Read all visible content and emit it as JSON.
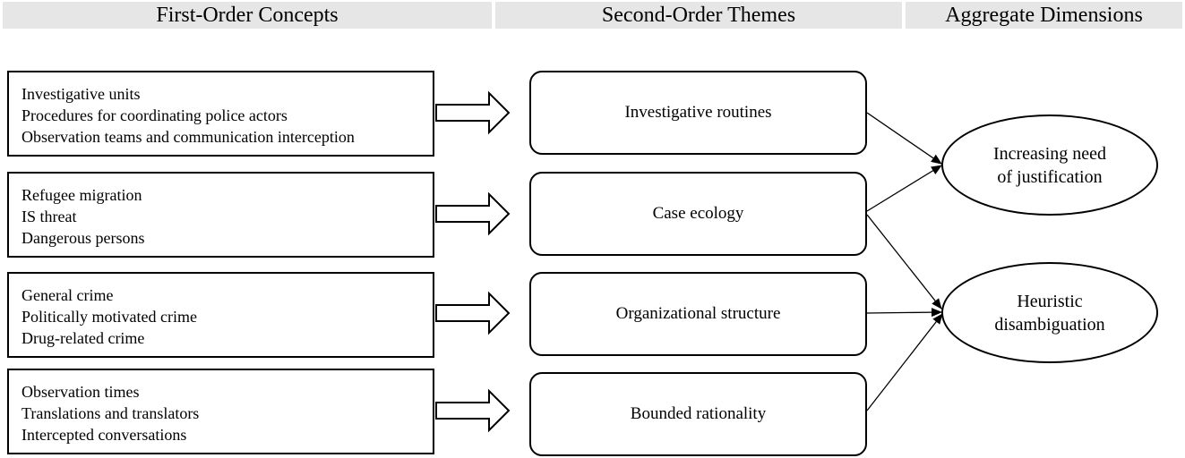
{
  "headers": {
    "first_order": "First-Order Concepts",
    "second_order": "Second-Order Themes",
    "aggregate": "Aggregate Dimensions"
  },
  "concepts": [
    {
      "lines": [
        "Investigative units",
        "Procedures for coordinating police actors",
        "Observation teams and communication interception"
      ]
    },
    {
      "lines": [
        "Refugee migration",
        "IS threat",
        "Dangerous persons"
      ]
    },
    {
      "lines": [
        "General crime",
        "Politically motivated crime",
        "Drug-related crime"
      ]
    },
    {
      "lines": [
        "Observation times",
        "Translations and translators",
        "Intercepted conversations"
      ]
    }
  ],
  "themes": [
    {
      "label": "Investigative routines"
    },
    {
      "label": "Case ecology"
    },
    {
      "label": "Organizational structure"
    },
    {
      "label": "Bounded rationality"
    }
  ],
  "dimensions": [
    {
      "lines": [
        "Increasing need",
        "of justification"
      ]
    },
    {
      "lines": [
        "Heuristic",
        "disambiguation"
      ]
    }
  ],
  "links": [
    {
      "from_theme": 0,
      "to_dimension": 0
    },
    {
      "from_theme": 1,
      "to_dimension": 0
    },
    {
      "from_theme": 1,
      "to_dimension": 1
    },
    {
      "from_theme": 2,
      "to_dimension": 1
    },
    {
      "from_theme": 3,
      "to_dimension": 1
    }
  ]
}
